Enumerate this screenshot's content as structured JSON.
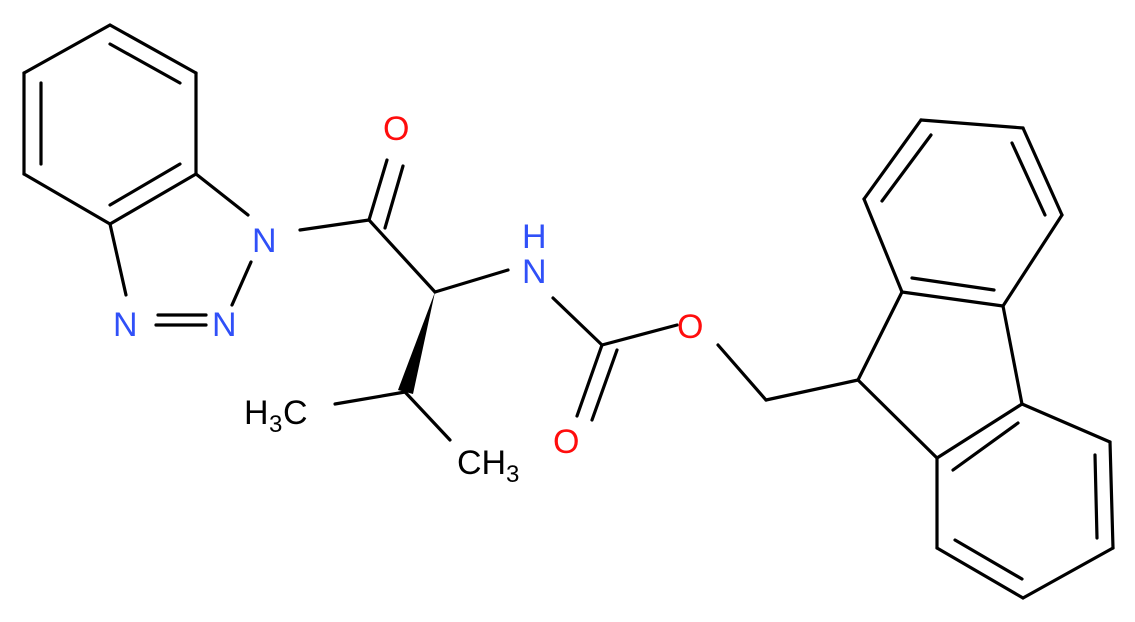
{
  "colors": {
    "bond": "#000000",
    "oxygen": "#ff0d0d",
    "nitrogen": "#3050f8",
    "carbon_label": "#000000"
  },
  "atoms": {
    "o_ketone": "O",
    "n1_bt": "N",
    "n2_bt": "N",
    "n3_bt": "N",
    "nh_n": "N",
    "nh_h": "H",
    "o_ester": "O",
    "o_carbonyl": "O",
    "ch3_left_h": "H",
    "ch3_left_sub": "3",
    "ch3_left_c": "C",
    "ch3_right_c": "CH",
    "ch3_right_sub": "3"
  }
}
